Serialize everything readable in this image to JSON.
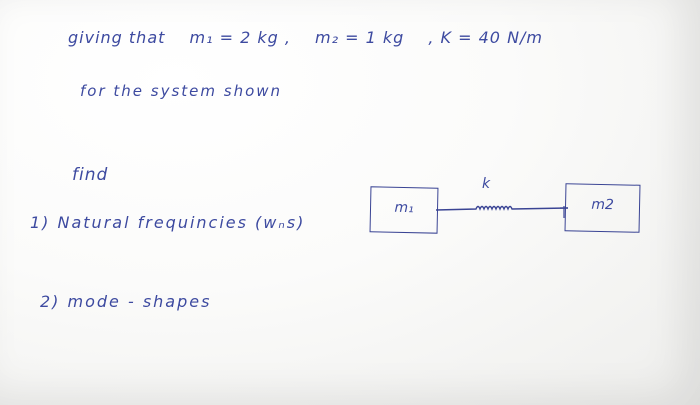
{
  "given": {
    "prefix": "giving that",
    "m1": "m₁ = 2 kg ,",
    "m2": "m₂ = 1 kg",
    "k": ", K = 40 N/m"
  },
  "system_line": "for the system shown",
  "find_label": "find",
  "items": [
    "1) Natural frequincies (wₙs)",
    "2) mode - shapes"
  ],
  "diagram": {
    "mass1_label": "m₁",
    "mass2_label": "m2",
    "spring_label": "k"
  },
  "colors": {
    "ink": "#3d4aa0",
    "paper": "#fbfbfa"
  }
}
